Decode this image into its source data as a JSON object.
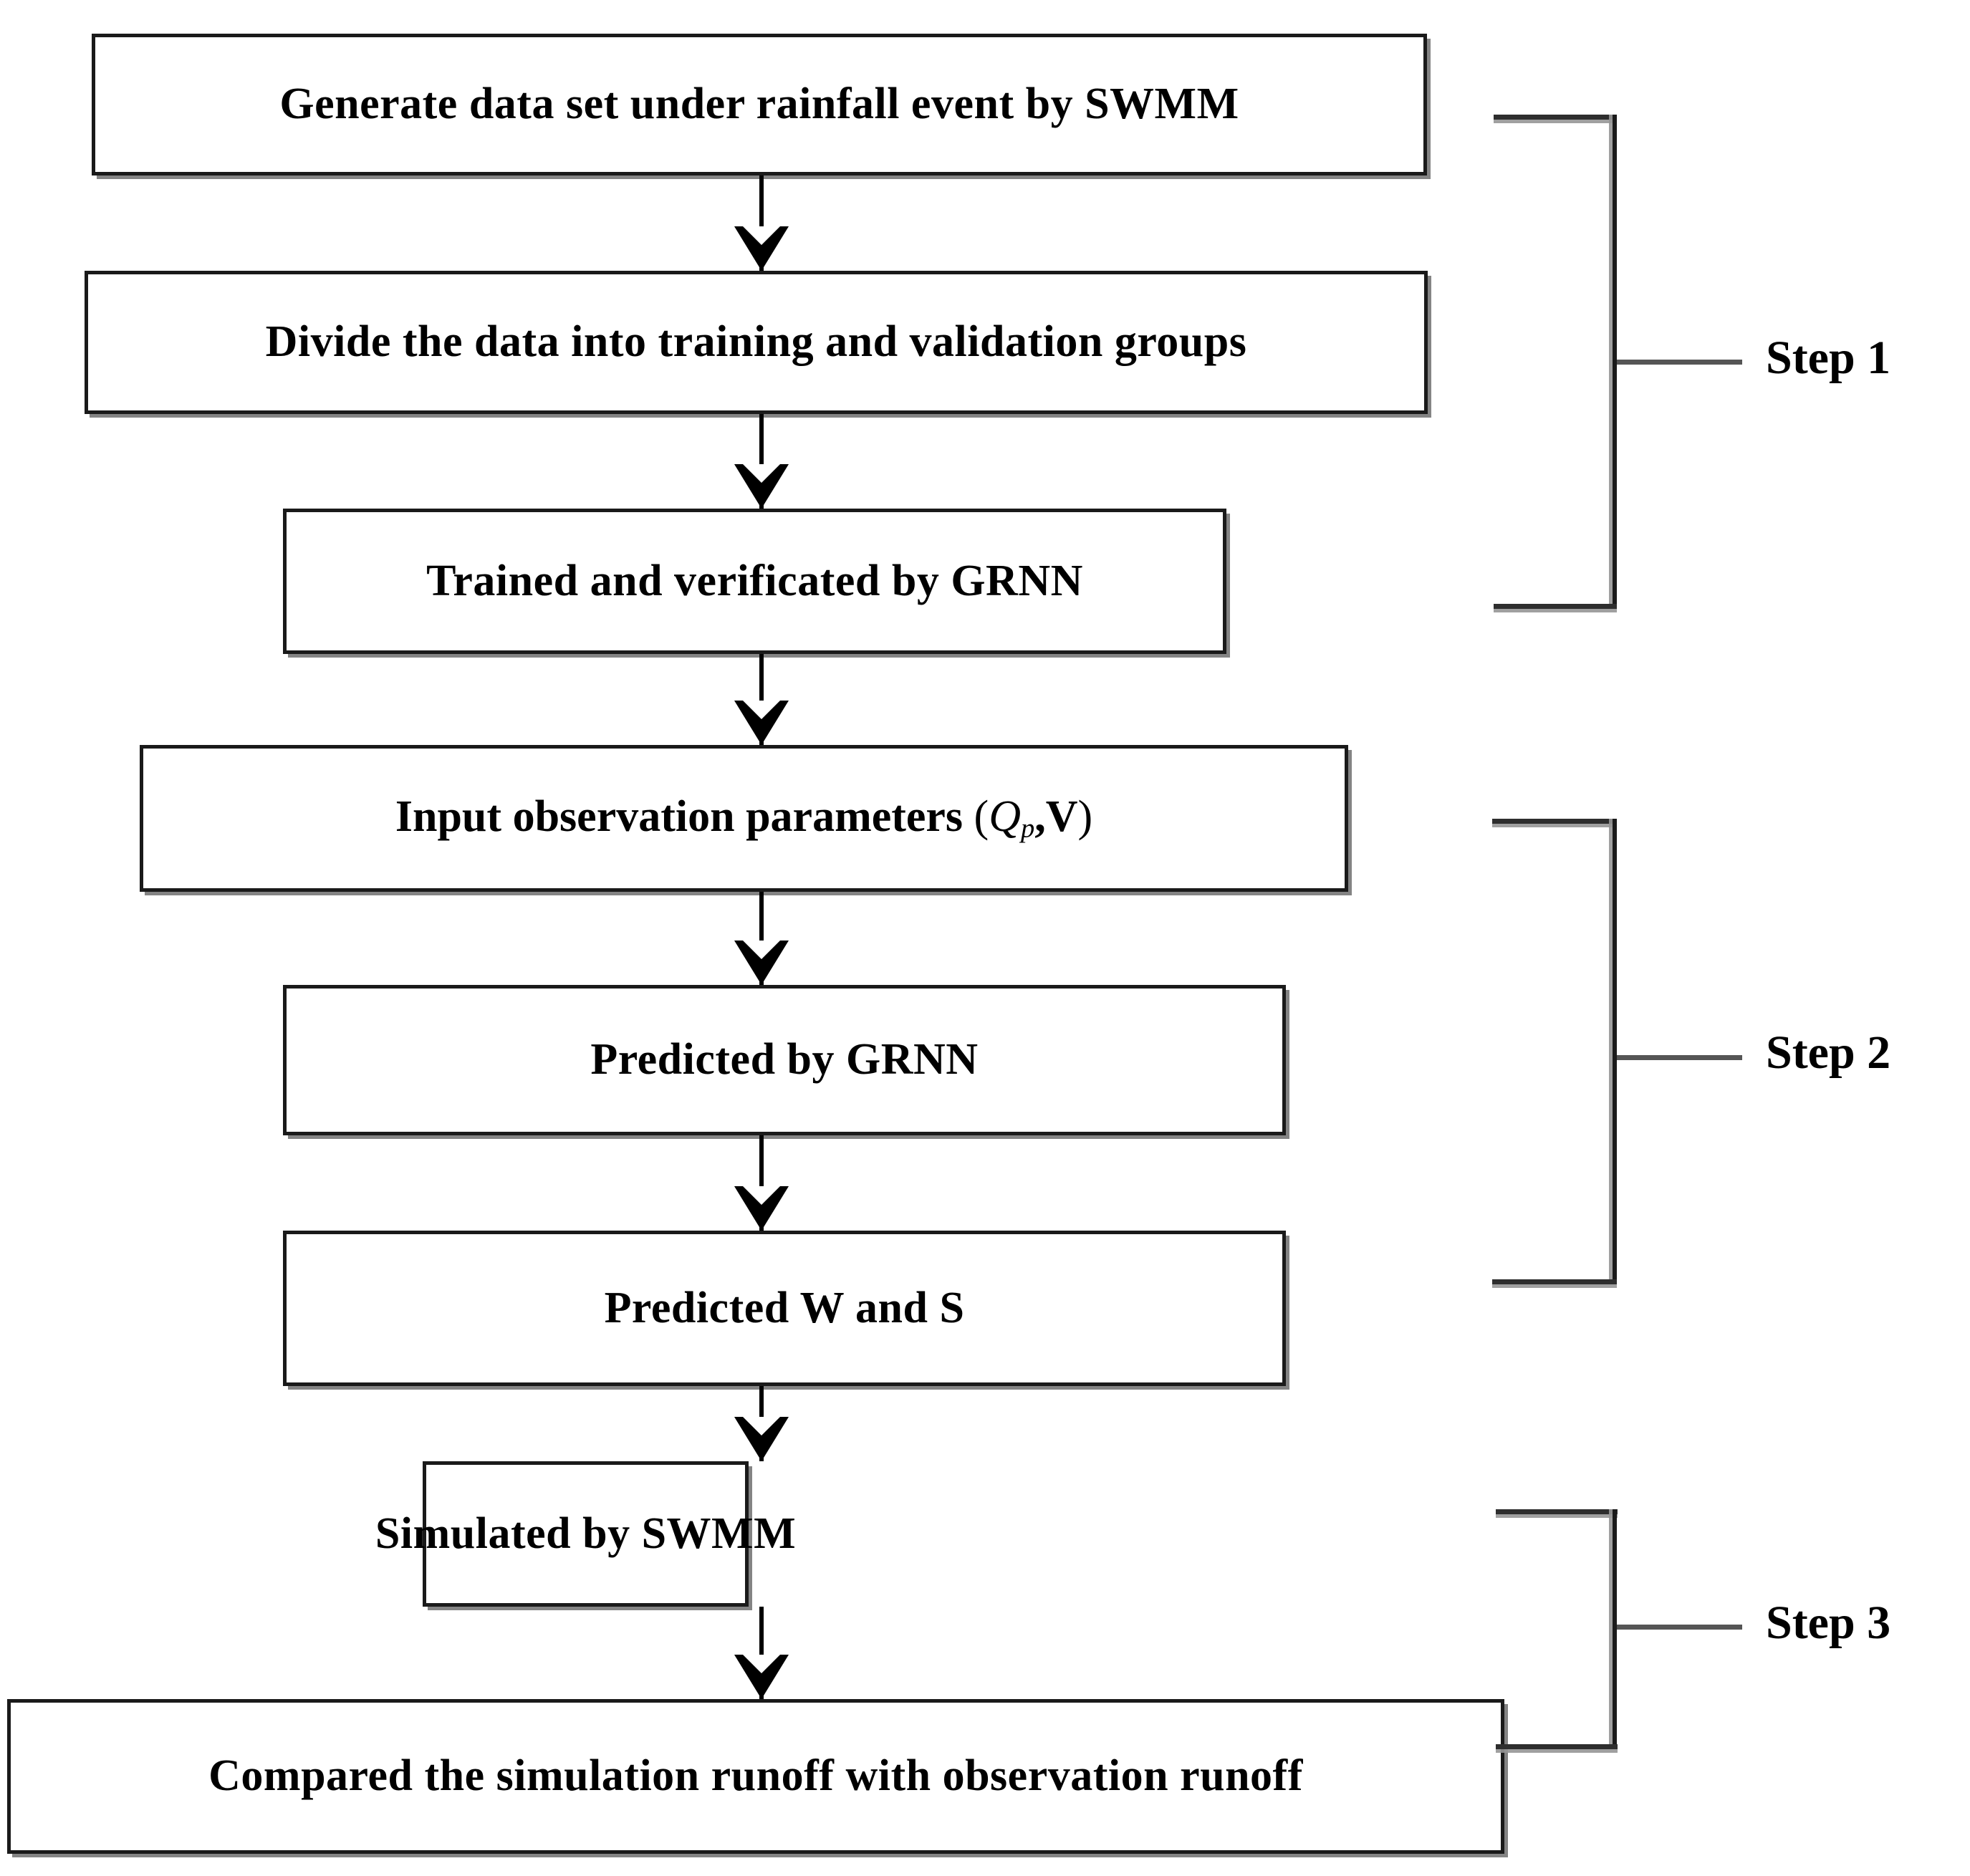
{
  "diagram": {
    "title": "Methodology flowchart: SWMM + GRNN parameter prediction workflow",
    "background_color": "#ffffff",
    "line_color": "#000000",
    "box_border_color": "#1a1a1a",
    "box_fill_color": "#ffffff",
    "shadow_color": "#7d7d7d",
    "nodes": [
      {
        "id": "n1",
        "label": "Generate data set under rainfall event by SWMM"
      },
      {
        "id": "n2",
        "label": "Divide the data into training and validation groups"
      },
      {
        "id": "n3",
        "label": "Trained and verificated by GRNN"
      },
      {
        "id": "n4",
        "label_prefix": "Input observation parameters",
        "math_open": "(",
        "math_var": "Q",
        "math_sub": "p",
        "math_sep": ",",
        "math_bold": "V",
        "math_close": ")"
      },
      {
        "id": "n5",
        "label": "Predicted by GRNN"
      },
      {
        "id": "n6",
        "label": "Predicted W and S"
      },
      {
        "id": "n7",
        "label": "Simulated by SWMM"
      },
      {
        "id": "n8",
        "label": "Compared the simulation runoff with observation runoff"
      }
    ],
    "edges": [
      {
        "from": "n1",
        "to": "n2",
        "style": "arrow-down"
      },
      {
        "from": "n2",
        "to": "n3",
        "style": "arrow-down"
      },
      {
        "from": "n3",
        "to": "n4",
        "style": "arrow-down"
      },
      {
        "from": "n4",
        "to": "n5",
        "style": "arrow-down"
      },
      {
        "from": "n5",
        "to": "n6",
        "style": "arrow-down"
      },
      {
        "from": "n6",
        "to": "n7",
        "style": "arrow-down"
      },
      {
        "from": "n7",
        "to": "n8",
        "style": "arrow-down"
      }
    ],
    "brackets": [
      {
        "id": "b1",
        "label": "Step 1",
        "covers": [
          "n1",
          "n2",
          "n3"
        ]
      },
      {
        "id": "b2",
        "label": "Step 2",
        "covers": [
          "n4",
          "n5",
          "n6"
        ]
      },
      {
        "id": "b3",
        "label": "Step 3",
        "covers": [
          "n7",
          "n8"
        ]
      }
    ]
  }
}
